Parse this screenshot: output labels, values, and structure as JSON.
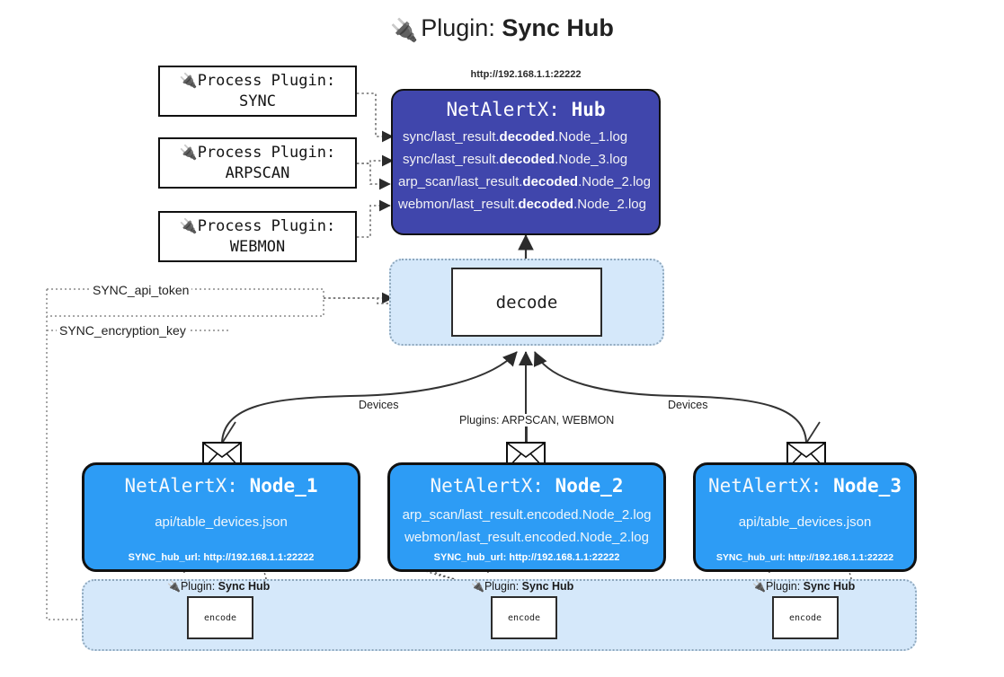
{
  "title": {
    "icon": "plug-icon",
    "prefix": "Plugin:",
    "name": "Sync Hub"
  },
  "process_plugins": [
    {
      "icon": "plug-icon",
      "line1": "Process Plugin:",
      "line2": "SYNC"
    },
    {
      "icon": "plug-icon",
      "line1": "Process Plugin:",
      "line2": "ARPSCAN"
    },
    {
      "icon": "plug-icon",
      "line1": "Process Plugin:",
      "line2": "WEBMON"
    }
  ],
  "hub": {
    "url": "http://192.168.1.1:22222",
    "title_prefix": "NetAlertX:",
    "title_name": "Hub",
    "color": "#4046ac",
    "logs": [
      {
        "pre": "sync/last_result.",
        "mid": "decoded",
        "post": ".Node_1.log"
      },
      {
        "pre": "sync/last_result.",
        "mid": "decoded",
        "post": ".Node_3.log"
      },
      {
        "pre": "arp_scan/last_result.",
        "mid": "decoded",
        "post": ".Node_2.log"
      },
      {
        "pre": "webmon/last_result.",
        "mid": "decoded",
        "post": ".Node_2.log"
      }
    ]
  },
  "decode": {
    "label": "decode",
    "pane_color": "#d5e8fa"
  },
  "config_edges": [
    {
      "label": "SYNC_api_token"
    },
    {
      "label": "SYNC_encryption_key"
    }
  ],
  "flow_labels": {
    "left_devices": "Devices",
    "center_plugins": "Plugins: ARPSCAN, WEBMON",
    "right_devices": "Devices"
  },
  "nodes": [
    {
      "title_prefix": "NetAlertX:",
      "title_name": "Node_1",
      "color": "#2d9cf5",
      "lines": [
        "api/table_devices.json"
      ],
      "url_key": "SYNC_hub_url:",
      "url_value": "http://192.168.1.1:22222",
      "envelope_icon": "envelope-icon"
    },
    {
      "title_prefix": "NetAlertX:",
      "title_name": "Node_2",
      "color": "#2d9cf5",
      "lines": [
        "arp_scan/last_result.encoded.Node_2.log",
        "webmon/last_result.encoded.Node_2.log"
      ],
      "url_key": "SYNC_hub_url:",
      "url_value": "http://192.168.1.1:22222",
      "envelope_icon": "envelope-icon"
    },
    {
      "title_prefix": "NetAlertX:",
      "title_name": "Node_3",
      "color": "#2d9cf5",
      "lines": [
        "api/table_devices.json"
      ],
      "url_key": "SYNC_hub_url:",
      "url_value": "http://192.168.1.1:22222",
      "envelope_icon": "envelope-icon"
    }
  ],
  "bottom_plugins": [
    {
      "icon": "plug-icon",
      "prefix": "Plugin:",
      "name": "Sync Hub",
      "box_label": "encode"
    },
    {
      "icon": "plug-icon",
      "prefix": "Plugin:",
      "name": "Sync Hub",
      "box_label": "encode"
    },
    {
      "icon": "plug-icon",
      "prefix": "Plugin:",
      "name": "Sync Hub",
      "box_label": "encode"
    }
  ]
}
